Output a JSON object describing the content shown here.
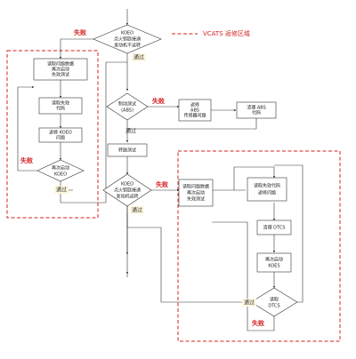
{
  "legend": {
    "label": "VCATS 返修区域"
  },
  "labels": {
    "fail": "失败",
    "pass": "通过"
  },
  "nodes": {
    "d1": [
      "KOEO",
      "点火钥匙接通",
      "发动机不运转"
    ],
    "b_read1": [
      "读取问题数据",
      "再次启动",
      "失效测试"
    ],
    "b_fail_code1": [
      "读取失效",
      "代码"
    ],
    "b_repair_koeo": [
      "返修 KOEO",
      "问题"
    ],
    "d_restart1": [
      "再次启动",
      "KOEO"
    ],
    "d_abs": [
      "制动测试",
      "(ABS)"
    ],
    "b_abs_sensor": [
      "返修",
      "ABS",
      "传感器问题"
    ],
    "b_clear_abs": [
      "清理 ABS",
      "代码"
    ],
    "b_rotate": [
      "转鼓测试"
    ],
    "d2": [
      "KOEO",
      "点火钥匙接通",
      "发动机运转"
    ],
    "b_read2": [
      "读取问题数据",
      "再次启动",
      "失效测试"
    ],
    "b_fail_code2": [
      "读取失效代码",
      "返修问题"
    ],
    "b_clear_dtcs": [
      "清理 DTCS"
    ],
    "b_restart2": [
      "再次启动",
      "KOES"
    ],
    "d_read_dtcs": [
      "读取",
      "DTCS"
    ]
  }
}
